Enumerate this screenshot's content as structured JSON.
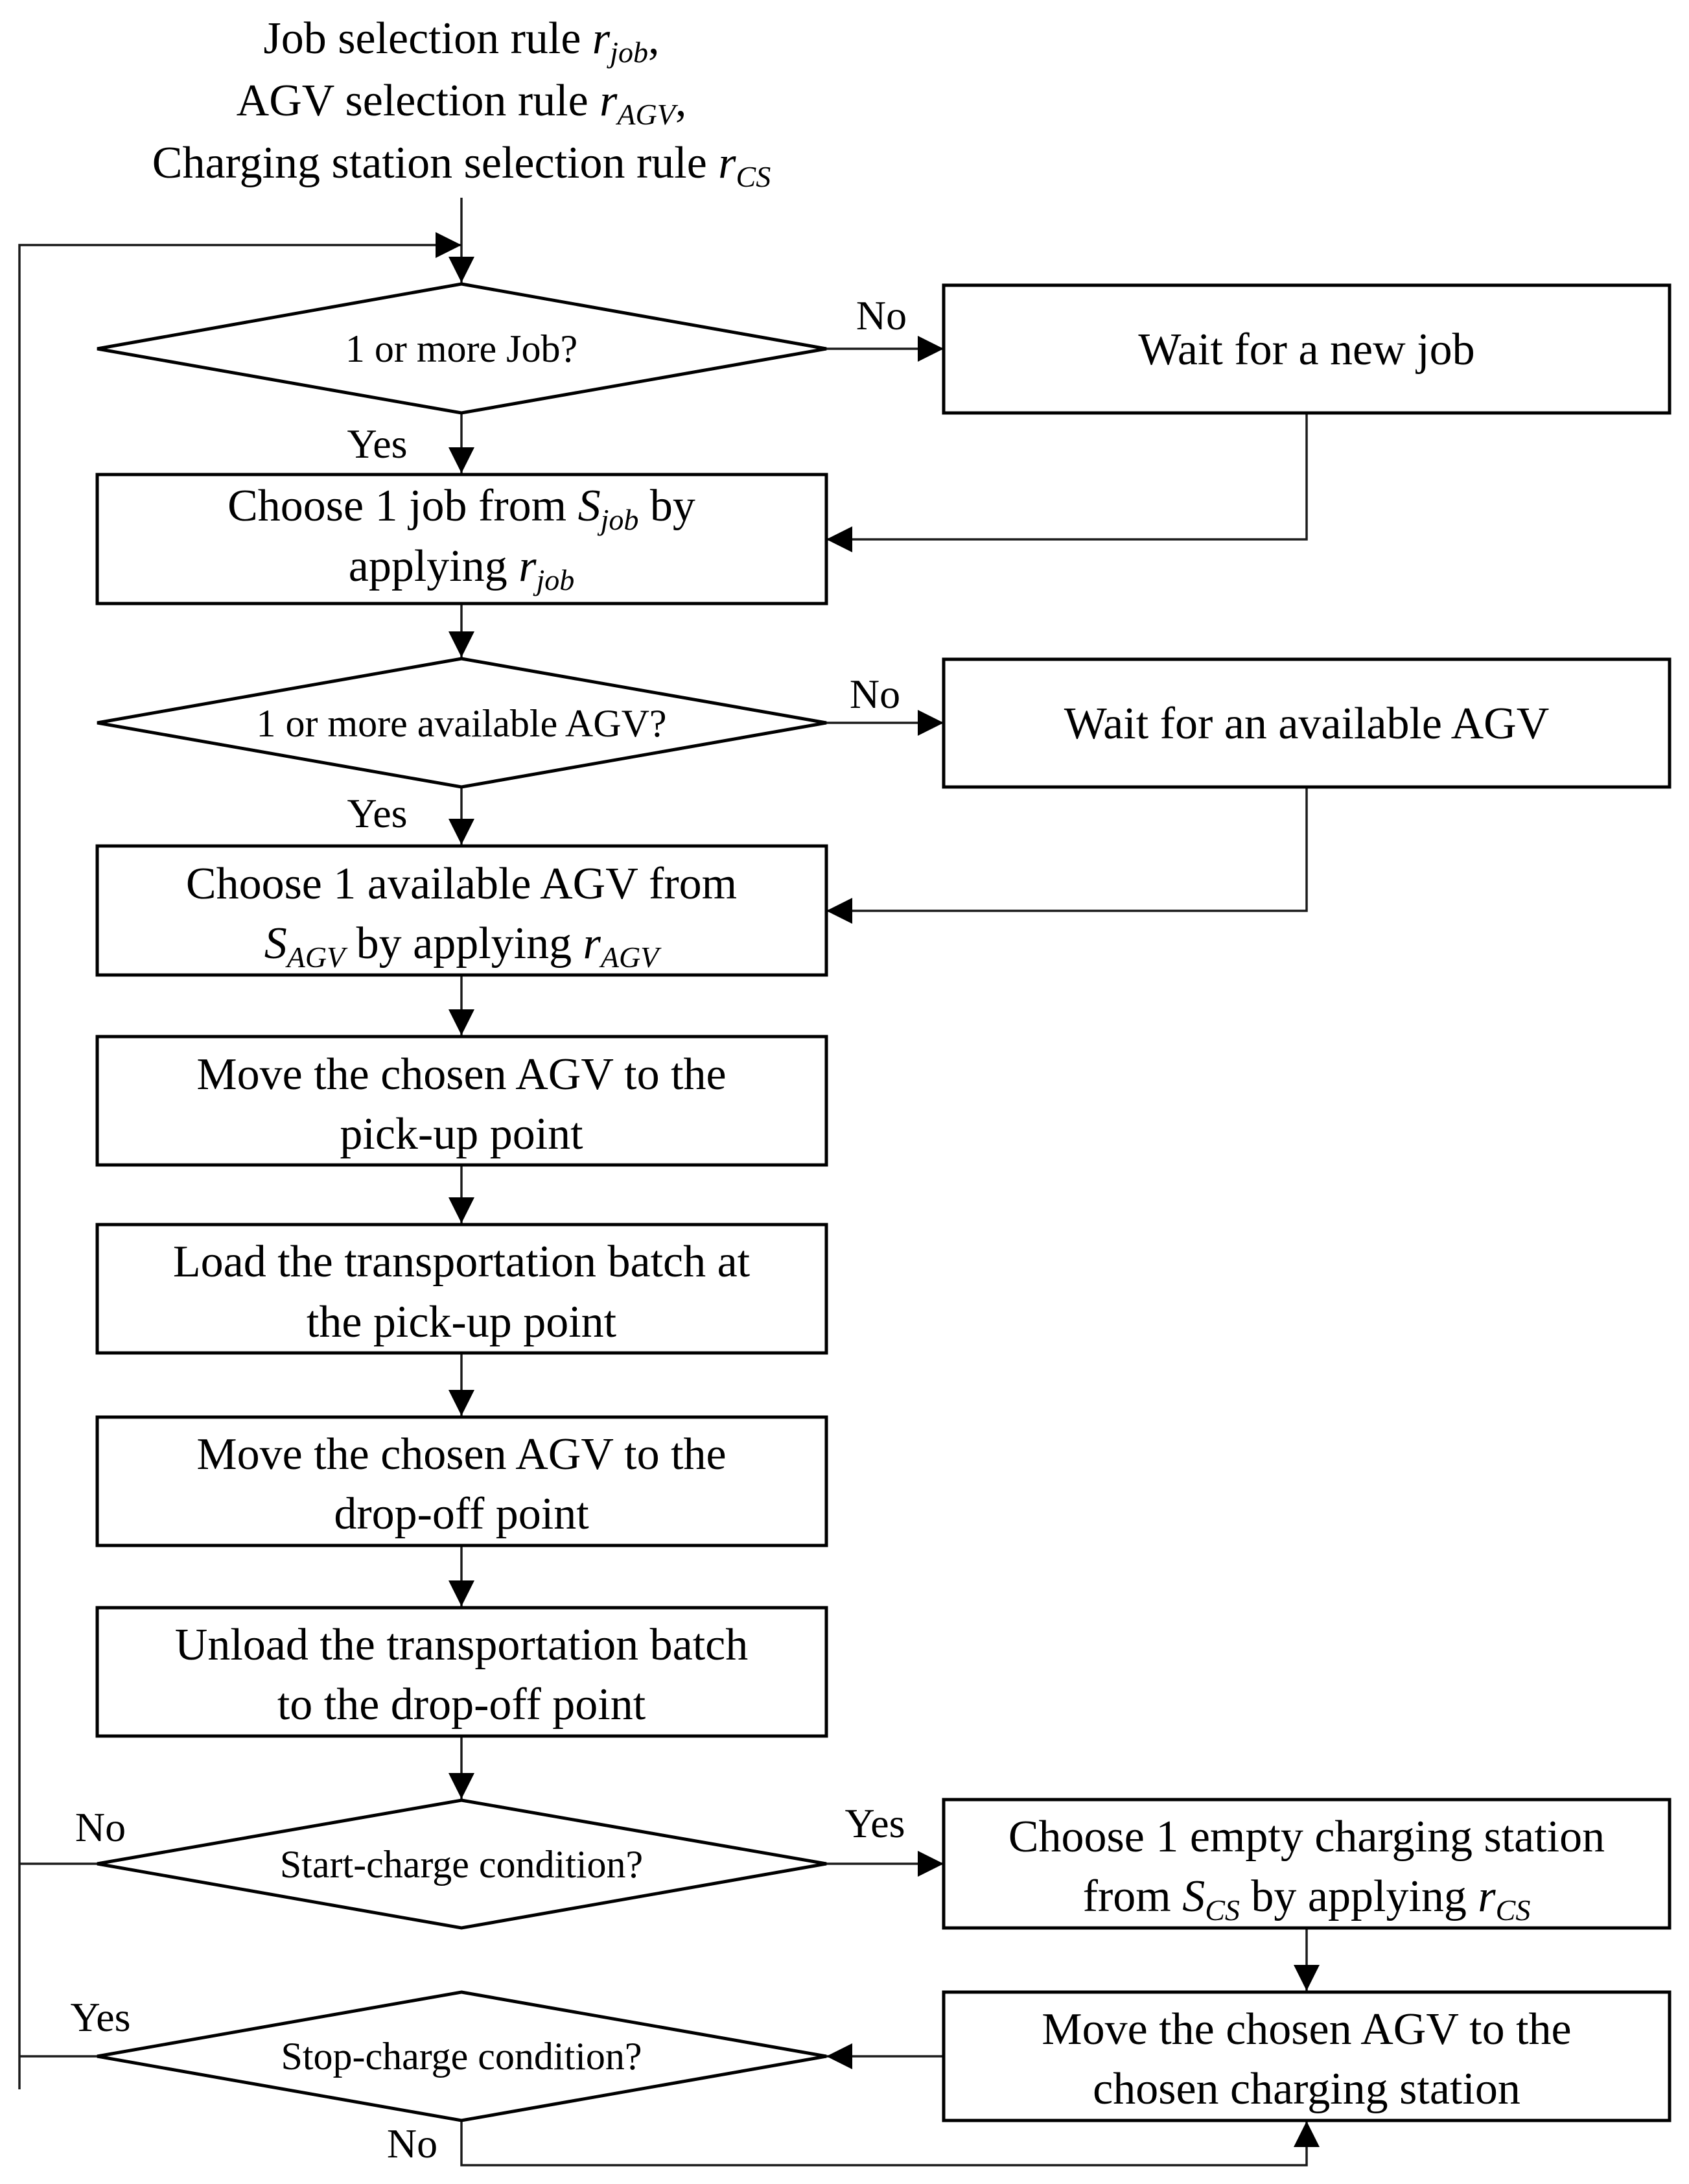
{
  "header": {
    "line1": {
      "pre": "Job selection rule ",
      "var": "r",
      "sub": "job",
      "post": ","
    },
    "line2": {
      "pre": "AGV selection rule ",
      "var": "r",
      "sub": "AGV",
      "post": ","
    },
    "line3": {
      "pre": "Charging station selection rule ",
      "var": "r",
      "sub": "CS",
      "post": ""
    }
  },
  "decisions": {
    "job_check": "1 or more Job?",
    "agv_check": "1 or more available AGV?",
    "start_charge": "Start-charge condition?",
    "stop_charge": "Stop-charge condition?"
  },
  "processes": {
    "wait_job": "Wait for a new job",
    "choose_job": {
      "l1_pre": "Choose 1 job from ",
      "l1_var": "S",
      "l1_sub": "job",
      "l1_post": " by",
      "l2_pre": "applying ",
      "l2_var": "r",
      "l2_sub": "job"
    },
    "wait_agv": "Wait for an available AGV",
    "choose_agv": {
      "l1": "Choose 1 available AGV from",
      "l2_var": "S",
      "l2_sub": "AGV",
      "l2_mid": " by applying ",
      "l2_var2": "r",
      "l2_sub2": "AGV"
    },
    "move_pickup": {
      "l1": "Move the chosen AGV to the",
      "l2": "pick-up point"
    },
    "load_batch": {
      "l1": "Load the transportation batch at",
      "l2": "the pick-up point"
    },
    "move_dropoff": {
      "l1": "Move the chosen AGV to the",
      "l2": "drop-off point"
    },
    "unload_batch": {
      "l1": "Unload the transportation batch",
      "l2": "to the drop-off point"
    },
    "choose_cs": {
      "l1": "Choose 1 empty charging station",
      "l2_pre": "from ",
      "l2_var": "S",
      "l2_sub": "CS",
      "l2_mid": " by applying ",
      "l2_var2": "r",
      "l2_sub2": "CS"
    },
    "move_cs": {
      "l1": "Move the chosen AGV to the",
      "l2": "chosen charging station"
    }
  },
  "edge_labels": {
    "yes": "Yes",
    "no": "No"
  }
}
